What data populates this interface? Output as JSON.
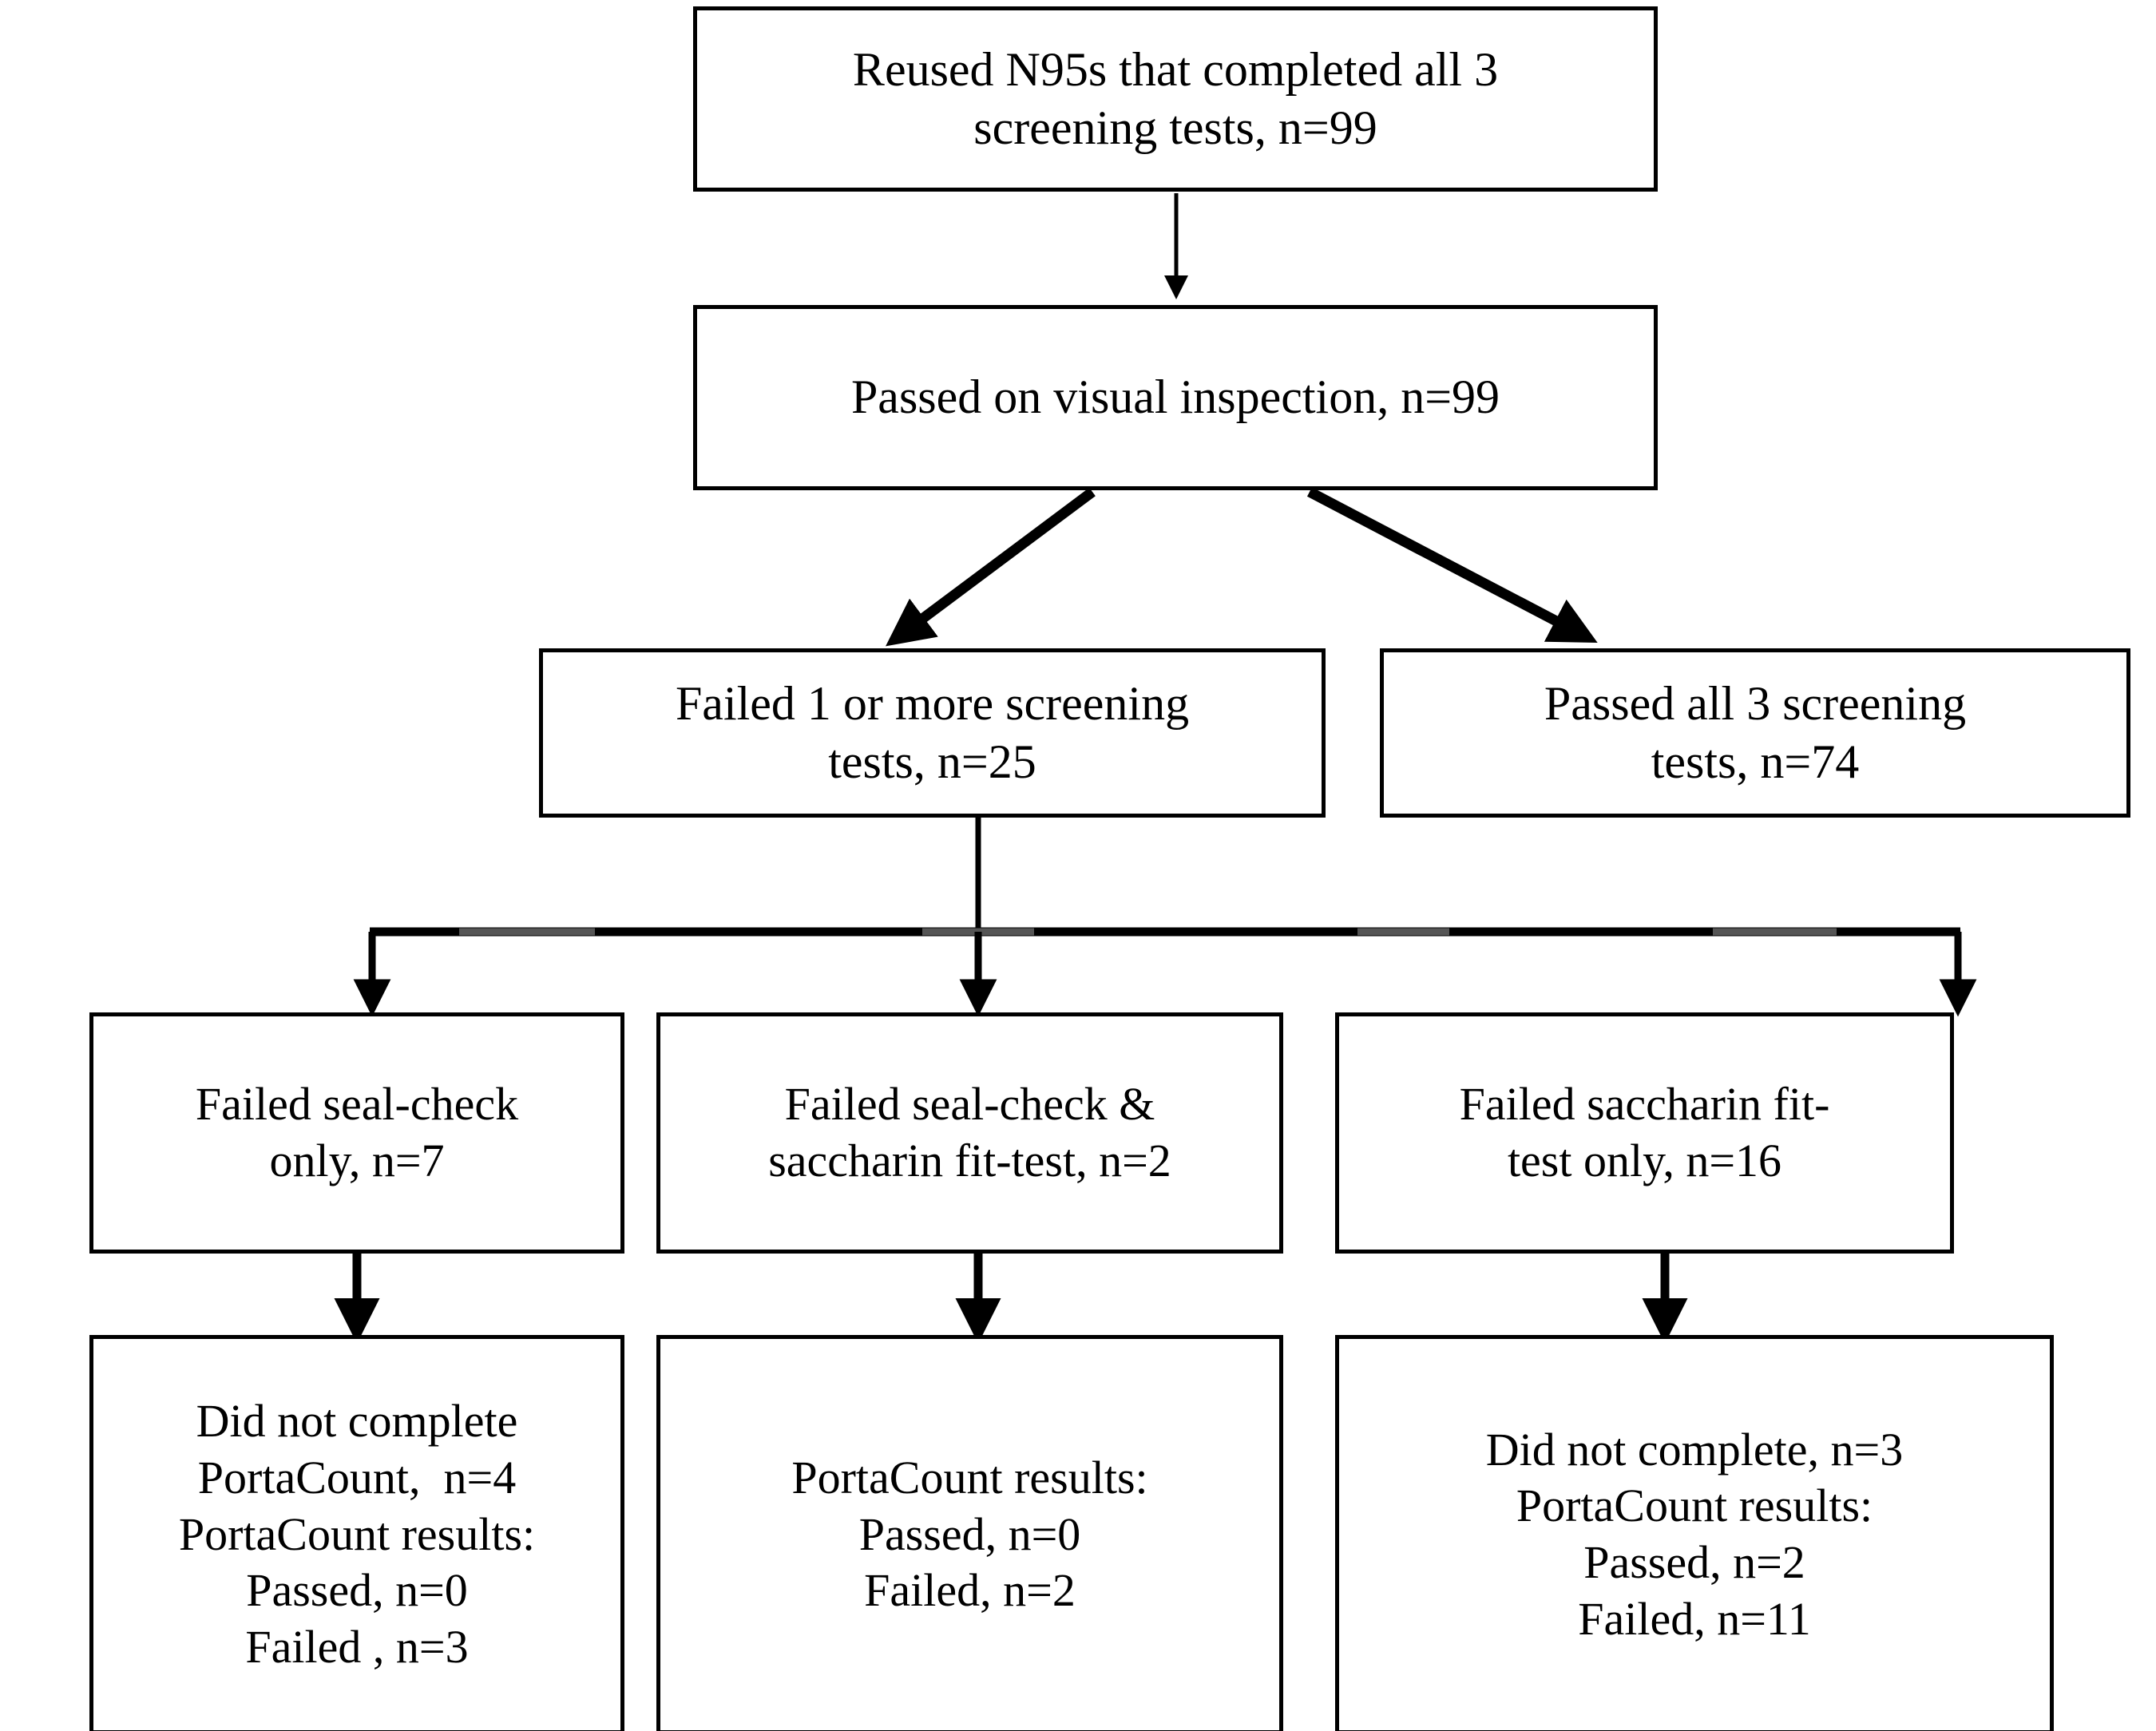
{
  "diagram": {
    "type": "flowchart",
    "title": "",
    "orientation": "top-down",
    "nodes": [
      {
        "id": "root",
        "lines": [
          "Reused N95s that completed all 3",
          "screening tests, n=99"
        ],
        "n": 99
      },
      {
        "id": "visual",
        "lines": [
          "Passed on visual inspection, n=99"
        ],
        "n": 99
      },
      {
        "id": "failed_any",
        "lines": [
          "Failed 1 or more screening",
          "tests, n=25"
        ],
        "n": 25
      },
      {
        "id": "passed_all",
        "lines": [
          "Passed all 3 screening",
          "tests, n=74"
        ],
        "n": 74
      },
      {
        "id": "seal_only",
        "lines": [
          "Failed seal-check",
          "only, n=7"
        ],
        "n": 7
      },
      {
        "id": "seal_sacc",
        "lines": [
          "Failed seal-check &",
          "saccharin fit-test, n=2"
        ],
        "n": 2
      },
      {
        "id": "sacc_only",
        "lines": [
          "Failed saccharin fit-",
          "test only, n=16"
        ],
        "n": 16
      },
      {
        "id": "res_left",
        "lines": [
          "Did not complete",
          "PortaCount,  n=4",
          "PortaCount results:",
          "Passed, n=0",
          "Failed , n=3"
        ],
        "did_not_complete": 4,
        "passed": 0,
        "failed": 3
      },
      {
        "id": "res_mid",
        "lines": [
          "PortaCount results:",
          "Passed, n=0",
          "Failed, n=2"
        ],
        "passed": 0,
        "failed": 2
      },
      {
        "id": "res_right",
        "lines": [
          "Did not complete, n=3",
          "PortaCount results:",
          "Passed, n=2",
          "Failed, n=11"
        ],
        "did_not_complete": 3,
        "passed": 2,
        "failed": 11
      }
    ],
    "edges": [
      {
        "from": "root",
        "to": "visual",
        "style": "thin-arrow"
      },
      {
        "from": "visual",
        "to": "failed_any",
        "style": "thick-diagonal-arrow"
      },
      {
        "from": "visual",
        "to": "passed_all",
        "style": "thick-diagonal-arrow"
      },
      {
        "from": "failed_any",
        "to": "seal_only",
        "style": "elbow-arrow"
      },
      {
        "from": "failed_any",
        "to": "seal_sacc",
        "style": "elbow-arrow"
      },
      {
        "from": "failed_any",
        "to": "sacc_only",
        "style": "elbow-arrow"
      },
      {
        "from": "seal_only",
        "to": "res_left",
        "style": "thick-arrow"
      },
      {
        "from": "seal_sacc",
        "to": "res_mid",
        "style": "thick-arrow"
      },
      {
        "from": "sacc_only",
        "to": "res_right",
        "style": "thick-arrow"
      }
    ],
    "colors": {
      "stroke": "#000000",
      "fill": "#ffffff",
      "text": "#000000",
      "connector_tint": "#555555"
    }
  }
}
